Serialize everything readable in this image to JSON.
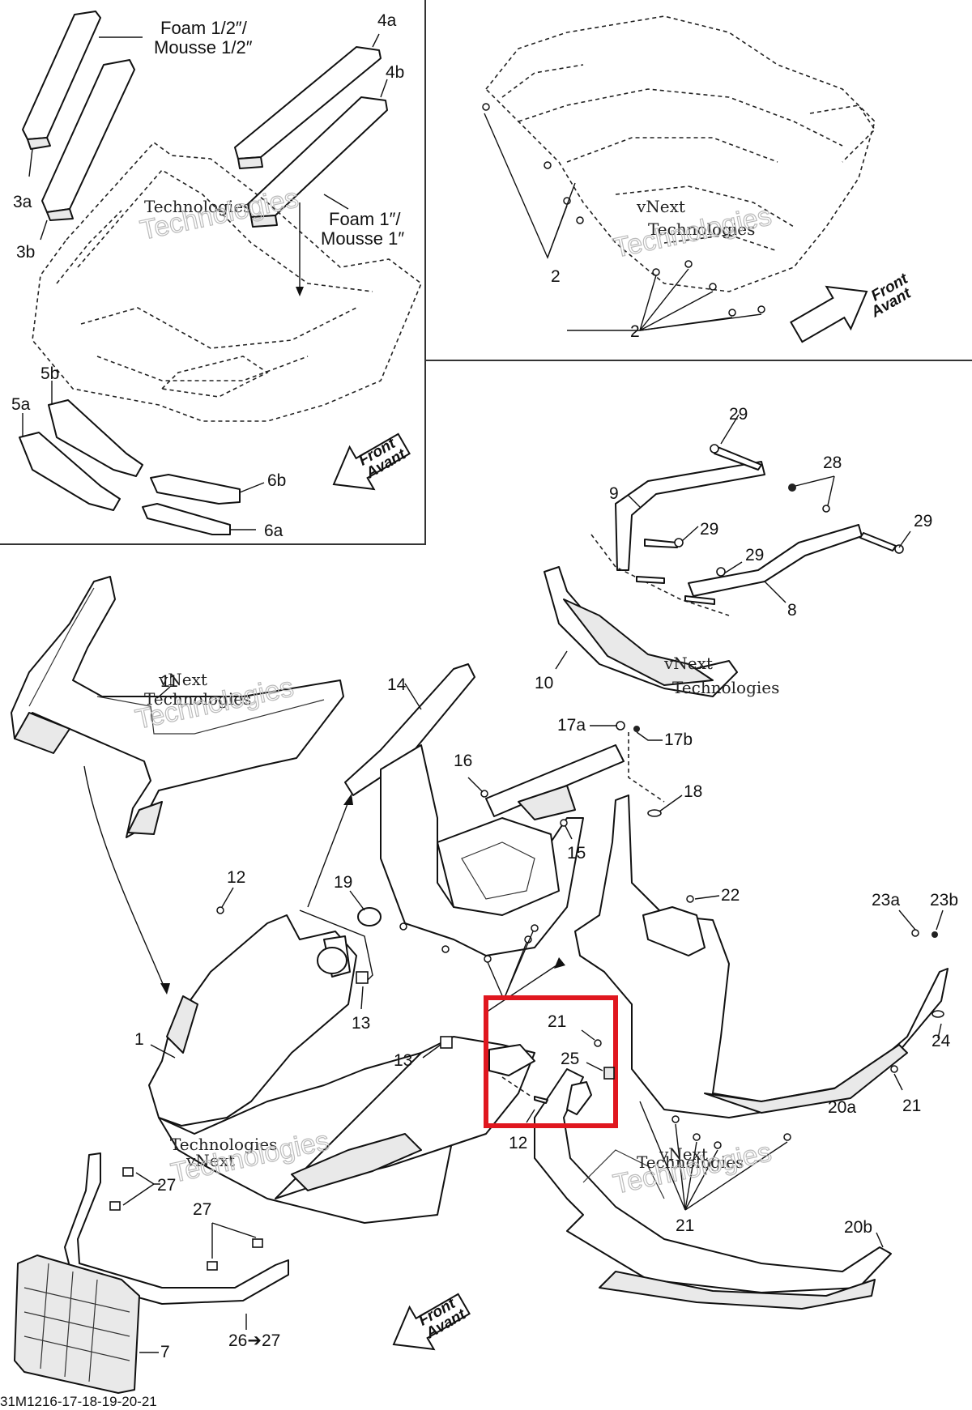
{
  "labels": {
    "foam_half": "Foam 1/2″/",
    "mousse_half": "Mousse 1/2″",
    "foam_one": "Foam 1″/",
    "mousse_one": "Mousse 1″",
    "l3a": "3a",
    "l3b": "3b",
    "l4a": "4a",
    "l4b": "4b",
    "l5a": "5a",
    "l5b": "5b",
    "l6a": "6a",
    "l6b": "6b",
    "l2_a": "2",
    "l2_b": "2",
    "l29_a": "29",
    "l29_b": "29",
    "l29_c": "29",
    "l29_d": "29",
    "l28": "28",
    "l9": "9",
    "l8": "8",
    "l10": "10",
    "l11": "11",
    "l14": "14",
    "l17a": "17a",
    "l17b": "17b",
    "l16": "16",
    "l18": "18",
    "l15": "15",
    "l19": "19",
    "l12_a": "12",
    "l12_b": "12",
    "l22": "22",
    "l23a": "23a",
    "l23b": "23b",
    "l13_a": "13",
    "l13_b": "13",
    "l1": "1",
    "l21_a": "21",
    "l21_b": "21",
    "l21_c": "21",
    "l25": "25",
    "l24": "24",
    "l20a": "20a",
    "l20b": "20b",
    "l27_a": "27",
    "l27_b": "27",
    "l26": "26➔27",
    "l7": "7"
  },
  "front_arrow": {
    "line1": "Front",
    "line2": "Avant"
  },
  "watermark": {
    "line1": "vNext",
    "line2": "Technologies",
    "big": "Technologies"
  },
  "footer_code": "31M1216-17-18-19-20-21",
  "colors": {
    "highlight": "#e0171f",
    "ink": "#111111"
  }
}
